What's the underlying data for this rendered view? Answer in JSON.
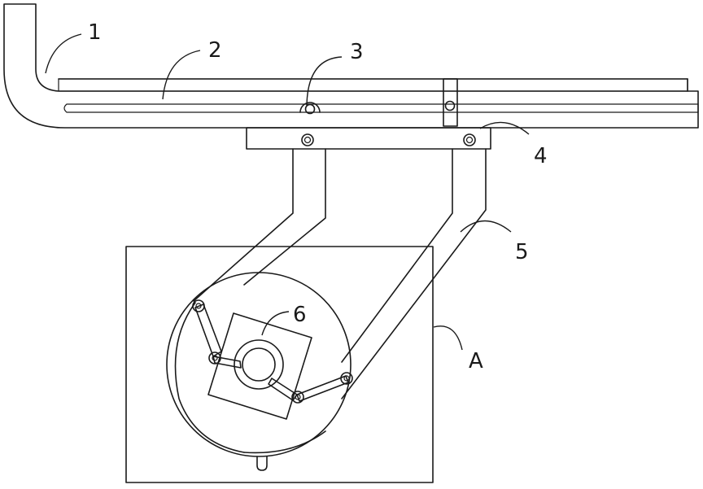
{
  "labels": {
    "l1": "1",
    "l2": "2",
    "l3": "3",
    "l4": "4",
    "l5": "5",
    "l6": "6",
    "lA": "A"
  },
  "colors": {
    "line": "#1a1a1a",
    "background": "#ffffff"
  }
}
